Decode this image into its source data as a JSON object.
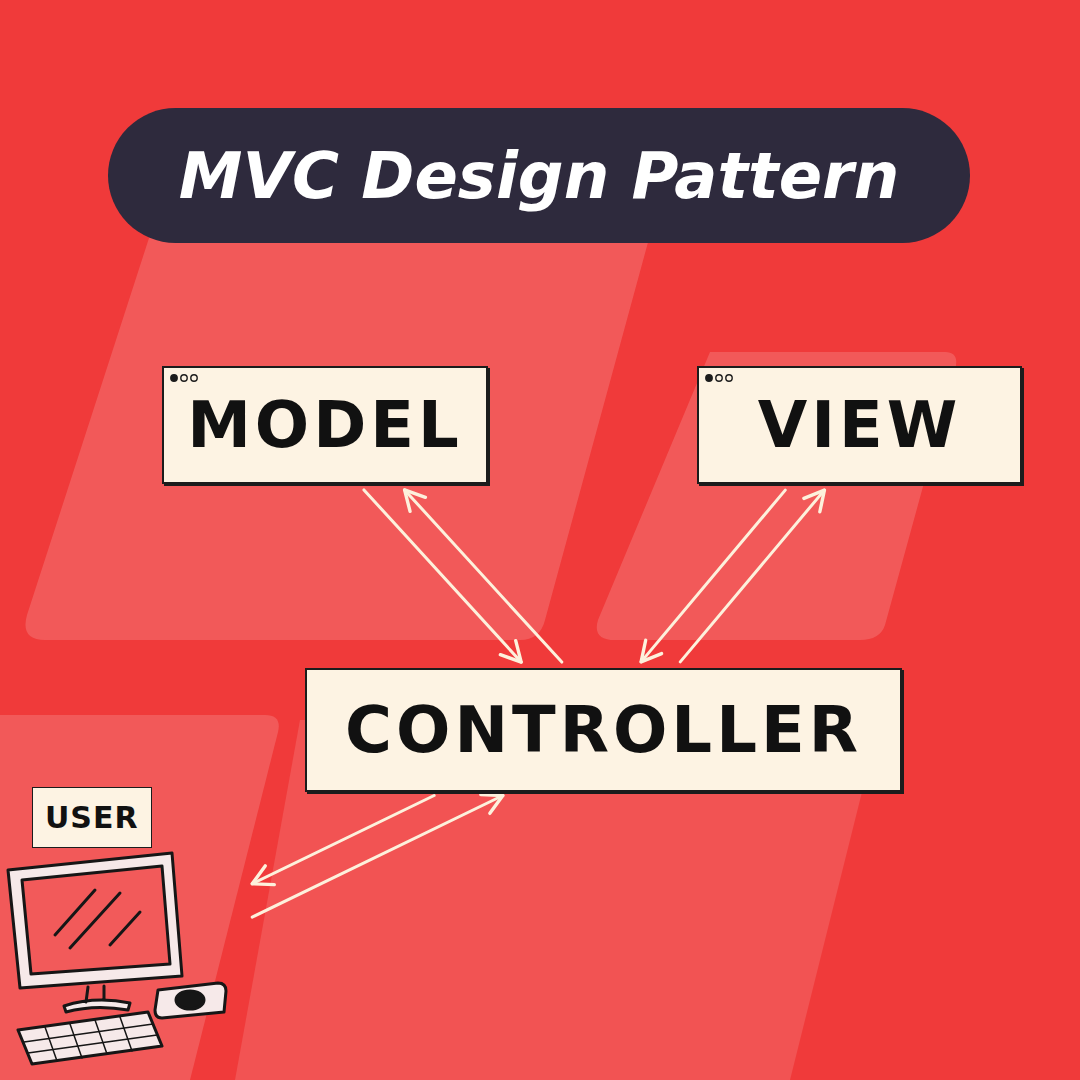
{
  "diagram": {
    "title": "MVC Design Pattern",
    "nodes": [
      {
        "text": [
          "MODEL"
        ]
      },
      {
        "text": [
          "VIEW"
        ]
      },
      {
        "text": [
          "CONTROLLER"
        ]
      },
      {
        "text": [
          "USER"
        ]
      }
    ],
    "edges": [
      {
        "from": 2,
        "to": 0,
        "arrow": "to"
      },
      {
        "from": 0,
        "to": 2,
        "arrow": "to"
      },
      {
        "from": 2,
        "to": 1,
        "arrow": "to"
      },
      {
        "from": 1,
        "to": 2,
        "arrow": "to"
      },
      {
        "from": 2,
        "to": 3,
        "arrow": "to"
      },
      {
        "from": 3,
        "to": 2,
        "arrow": "to"
      }
    ]
  }
}
